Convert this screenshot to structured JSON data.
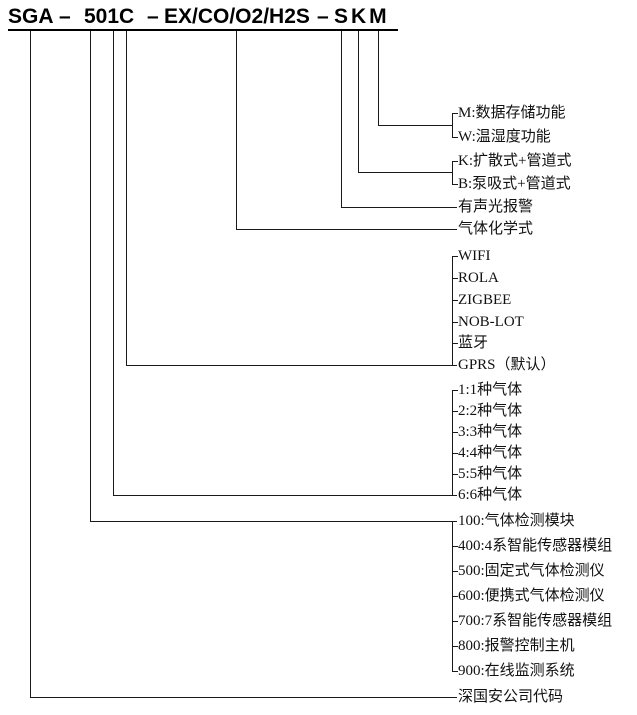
{
  "title": {
    "company_code": "SGA",
    "model_number": "501C",
    "gas_formulas": "EX/CO/O2/H2S",
    "option_codes": "SKM",
    "dash": "–"
  },
  "labels": {
    "m_storage": "M:数据存储功能",
    "w_temp_humidity": "W:温湿度功能",
    "k_diffusion_duct": "K:扩散式+管道式",
    "b_pump_duct": "B:泵吸式+管道式",
    "sound_light_alarm": "有声光报警",
    "gas_formula": "气体化学式",
    "comm_options": [
      "WIFI",
      "ROLA",
      "ZIGBEE",
      "NOB-LOT",
      "蓝牙",
      "GPRS（默认）"
    ],
    "gas_count_options": [
      "1:1种气体",
      "2:2种气体",
      "3:3种气体",
      "4:4种气体",
      "5:5种气体",
      "6:6种气体"
    ],
    "series_options": [
      "100:气体检测模块",
      "400:4系智能传感器模组",
      "500:固定式气体检测仪",
      "600:便携式气体检测仪",
      "700:7系智能传感器模组",
      "800:报警控制主机",
      "900:在线监测系统"
    ],
    "company_code_meaning": "深国安公司代码"
  }
}
